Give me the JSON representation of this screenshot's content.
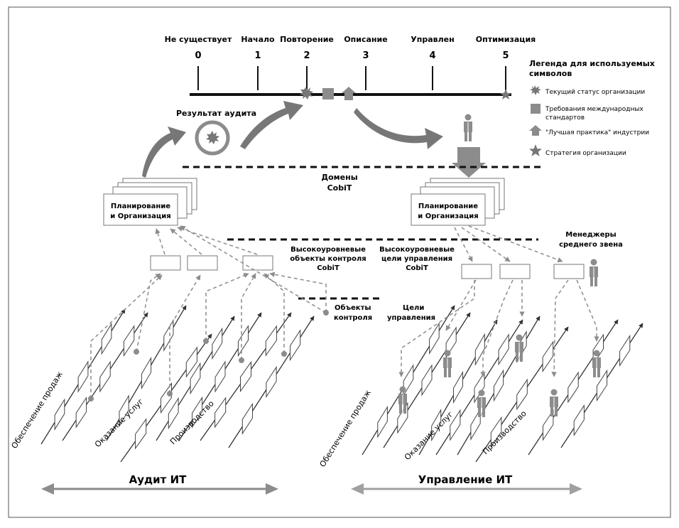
{
  "scale": {
    "levels": [
      {
        "name": "Не существует",
        "num": "0"
      },
      {
        "name": "Начало",
        "num": "1"
      },
      {
        "name": "Повторение",
        "num": "2"
      },
      {
        "name": "Описание",
        "num": "3"
      },
      {
        "name": "Управлен",
        "num": "4"
      },
      {
        "name": "Оптимизация",
        "num": "5"
      }
    ]
  },
  "legend": {
    "title_line1": "Легенда для используемых",
    "title_line2": "символов",
    "items": [
      {
        "icon": "starburst-icon",
        "lines": [
          "Текущий статус организации"
        ]
      },
      {
        "icon": "square-icon",
        "lines": [
          "Требования международных",
          "стандартов"
        ]
      },
      {
        "icon": "house-arrow-icon",
        "lines": [
          "\"Лучшая практика\" индустрии"
        ]
      },
      {
        "icon": "star-icon",
        "lines": [
          "Стратегия организации"
        ]
      }
    ]
  },
  "audit_result_label": "Результат аудита",
  "domains": {
    "line1": "Домены",
    "line2": "CobiT"
  },
  "planning": {
    "line1": "Планирование",
    "line2": "и Организация"
  },
  "left": {
    "hl_objects": [
      "Высокоуровневые",
      "объекты контроля",
      "CobiT"
    ],
    "control_objects": [
      "Объекты",
      "контроля"
    ],
    "processes": [
      "Обеспечение продаж",
      "Оказание услуг",
      "Производство"
    ],
    "footer": "Аудит ИТ"
  },
  "right": {
    "hl_goals": [
      "Высокоуровневые",
      "цели управления",
      "CobiT"
    ],
    "goals": [
      "Цели",
      "управления"
    ],
    "managers": [
      "Менеджеры",
      "среднего звена"
    ],
    "processes": [
      "Обеспечение продаж",
      "Оказание услуг",
      "Производство"
    ],
    "footer": "Управление ИТ"
  },
  "colors": {
    "gray": "#8c8c8c",
    "dark": "#333333",
    "lightgray": "#a0a0a0"
  }
}
